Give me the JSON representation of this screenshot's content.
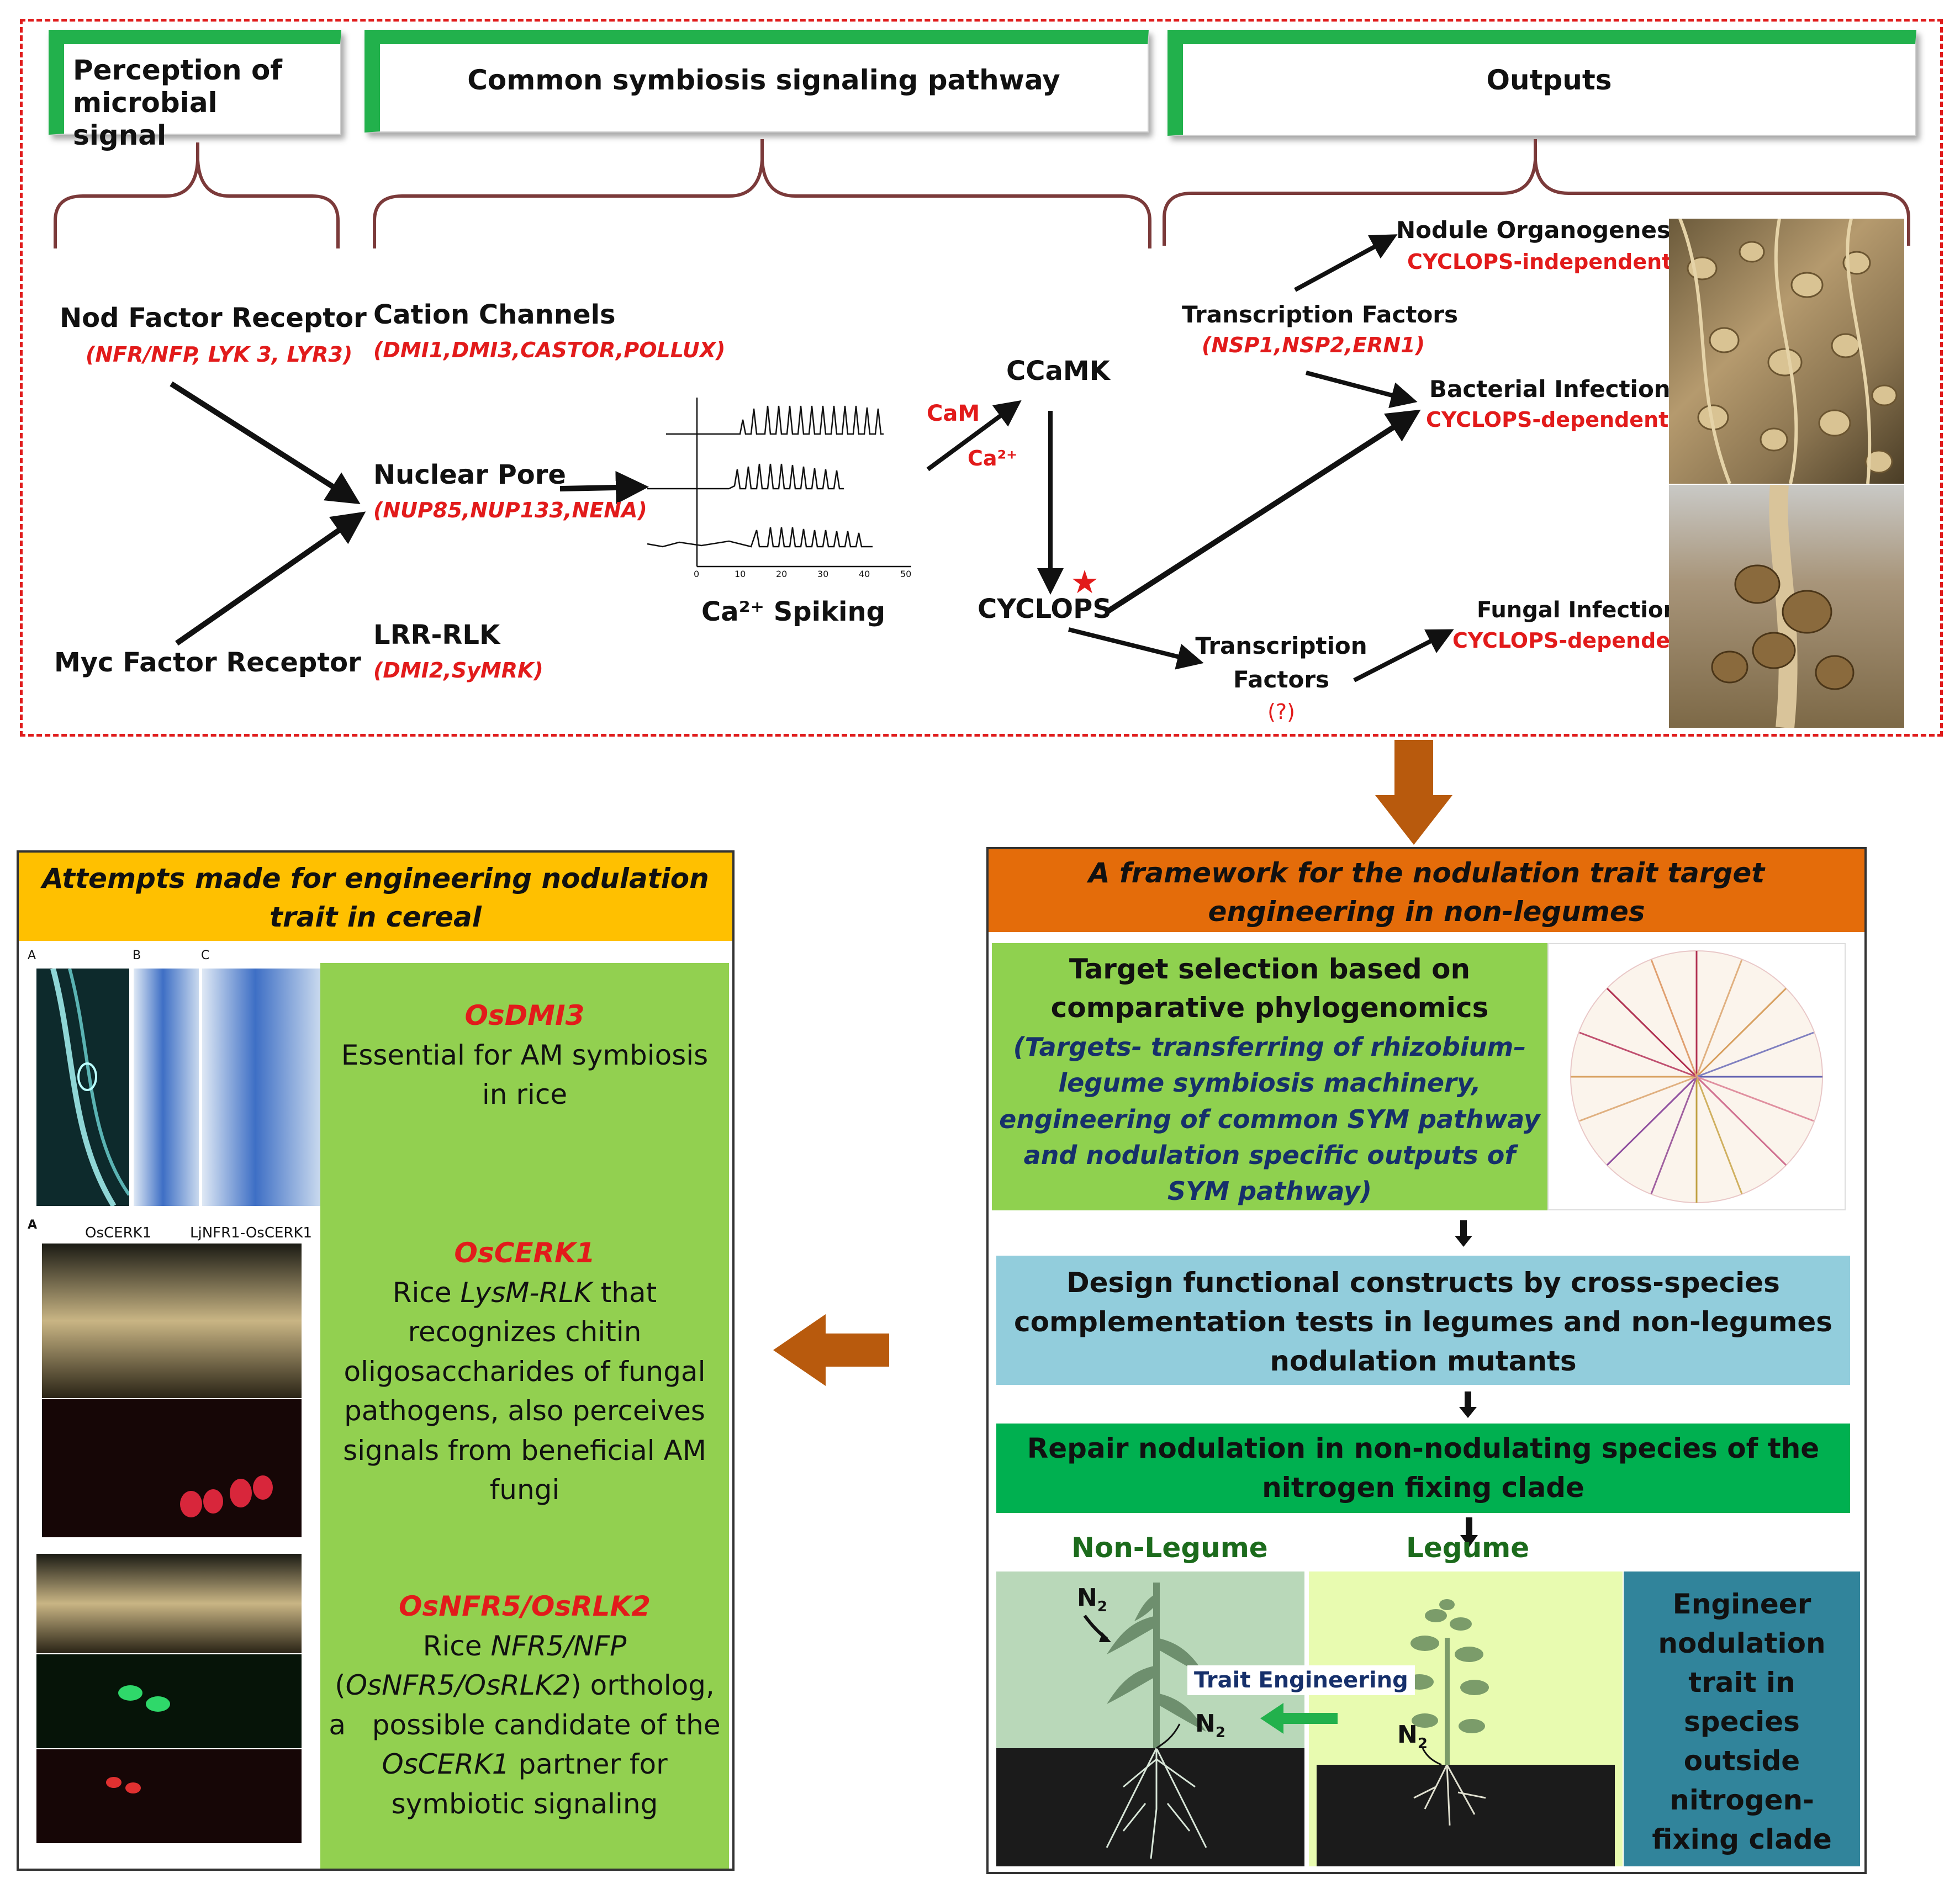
{
  "top": {
    "header_perception": "Perception of microbial signal",
    "header_common": "Common symbiosis signaling pathway",
    "header_outputs": "Outputs",
    "nod_factor_receptor": "Nod Factor Receptor",
    "nod_factor_genes": "(NFR/NFP, LYK 3, LYR3)",
    "myc_factor_receptor": "Myc Factor Receptor",
    "cation_channels": "Cation Channels",
    "cation_genes": "(DMI1,DMI3,CASTOR,POLLUX)",
    "nuclear_pore": "Nuclear Pore",
    "nuclear_genes": "(NUP85,NUP133,NENA)",
    "lrr_rlk": "LRR-RLK",
    "lrr_genes": "(DMI2,SyMRK)",
    "ca_spiking": "Ca²⁺ Spiking",
    "cam": "CaM",
    "ca2": "Ca²⁺",
    "ccamk": "CCaMK",
    "cyclops": "CYCLOPS",
    "star": "★",
    "tf1": "Transcription Factors",
    "tf1_genes": "(NSP1,NSP2,ERN1)",
    "nodule_organogenesis": "Nodule Organogenesis",
    "nodule_dep": "CYCLOPS-independent",
    "bacterial_infection": "Bacterial Infection",
    "bacterial_dep": "CYCLOPS-dependent",
    "tf2_line1": "Transcription",
    "tf2_line2": "Factors",
    "tf2_q": "(?)",
    "fungal_infection": "Fungal Infection",
    "fungal_dep": "CYCLOPS-dependent",
    "spike_ticks": [
      "0",
      "10",
      "20",
      "30",
      "40",
      "50"
    ]
  },
  "left": {
    "title": "Attempts made for engineering nodulation trait in cereal",
    "fig_labels": [
      "A",
      "B",
      "C"
    ],
    "fig2_label_a": "A",
    "fig2_col1": "OsCERK1",
    "fig2_col2": "LjNFR1-OsCERK1",
    "g1_name": "OsDMI3",
    "g1_desc": "Essential for AM symbiosis in rice",
    "g2_name": "OsCERK1",
    "g2_desc_pre": "Rice ",
    "g2_desc_it": "LysM-RLK",
    "g2_desc_post": " that recognizes chitin oligosaccharides of fungal pathogens, also perceives signals from beneficial AM fungi",
    "g3_name": "OsNFR5/OsRLK2",
    "g3_l1_pre": "Rice ",
    "g3_l1_it": "NFR5/NFP",
    "g3_l2_it": "OsNFR5/OsRLK2",
    "g3_l2_post": "  ortholog,",
    "g3_l3": "a   possible candidate of the",
    "g3_l4_it": "OsCERK1",
    "g3_l4_post": " partner for",
    "g3_l5": "symbiotic signaling"
  },
  "right": {
    "title": "A framework for the nodulation trait target engineering in non-legumes",
    "target_title": "Target selection based on comparative phylogenomics",
    "target_note": "(Targets- transferring of rhizobium–legume symbiosis machinery, engineering of common SYM pathway and nodulation specific outputs of SYM pathway)",
    "design": "Design functional constructs by cross-species complementation tests in legumes and non-legumes nodulation mutants",
    "repair": "Repair nodulation in non-nodulating species of the nitrogen fixing clade",
    "non_legume": "Non-Legume",
    "legume": "Legume",
    "n2": "N",
    "n2_sub": "2",
    "trait_engineering": "Trait Engineering",
    "engineer": "Engineer nodulation trait in species outside nitrogen-fixing clade"
  },
  "colors": {
    "header_green": "#22b14c",
    "bracket": "#7b3a3a",
    "gene_red": "#e21b1b",
    "left_title_bg": "#ffc000",
    "left_panel_bg": "#92d050",
    "right_title_bg": "#e46c0a",
    "target_bg": "#8fd14f",
    "design_bg": "#92cddc",
    "repair_bg": "#00b050",
    "engineer_bg": "#31849b",
    "big_arrow": "#b85a0d"
  }
}
